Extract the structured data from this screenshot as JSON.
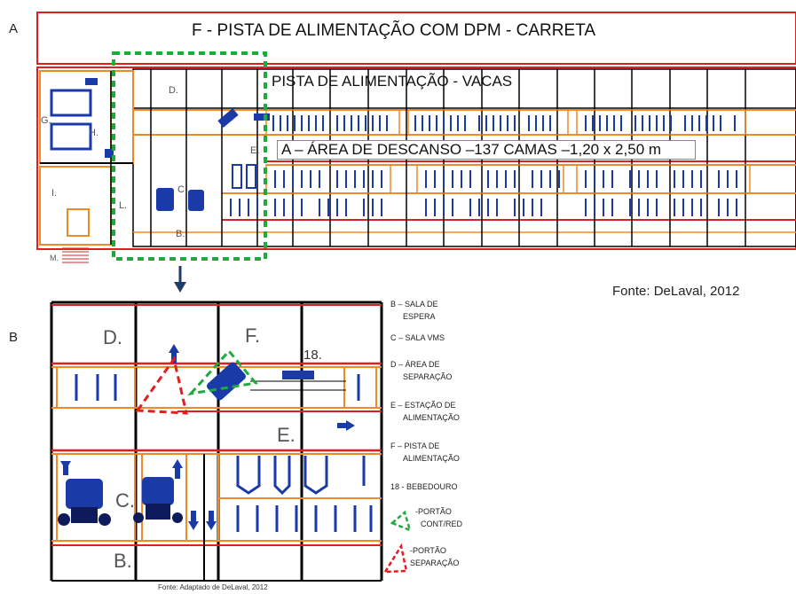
{
  "panel_labels": {
    "a": "A",
    "b": "B"
  },
  "plan_a": {
    "title_top": "F - PISTA DE ALIMENTAÇÃO COM DPM - CARRETA",
    "title_middle": "PISTA DE ALIMENTAÇÃO  - VACAS",
    "title_rest": "A – ÁREA DE DESCANSO –137 CAMAS –1,20 x 2,50 m",
    "rooms": [
      "D.",
      "E.",
      "G.",
      "H.",
      "I.",
      "L.",
      "C.",
      "B.",
      "M."
    ]
  },
  "source_top": "Fonte: DeLaval, 2012",
  "plan_b": {
    "rooms": {
      "d": "D.",
      "f": "F.",
      "e": "E.",
      "c": "C.",
      "b": "B.",
      "n18": "18."
    }
  },
  "legend": [
    {
      "key": "b",
      "lines": [
        "B – SALA DE",
        "ESPERA"
      ]
    },
    {
      "key": "c",
      "lines": [
        "C – SALA VMS"
      ]
    },
    {
      "key": "d",
      "lines": [
        "D – ÁREA DE",
        "SEPARAÇÃO"
      ]
    },
    {
      "key": "e",
      "lines": [
        "E – ESTAÇÃO DE",
        "ALIMENTAÇÃO"
      ]
    },
    {
      "key": "f",
      "lines": [
        "F – PISTA DE",
        "ALIMENTAÇÃO"
      ]
    },
    {
      "key": "18",
      "lines": [
        "18 - BEBEDOURO"
      ]
    },
    {
      "key": "green",
      "lines": [
        "-PORTÃO",
        "CONT/RED"
      ]
    },
    {
      "key": "red",
      "lines": [
        "-PORTÃO",
        "SEPARAÇÃO"
      ]
    }
  ],
  "source_bottom": "Fonte: Adaptado de DeLaval, 2012",
  "colors": {
    "wall": "#e02020",
    "beam": "#f08a24",
    "equipment": "#1a3aa8",
    "structure": "#000000",
    "gate_green": "#1faa3c",
    "gate_red": "#e02020"
  }
}
